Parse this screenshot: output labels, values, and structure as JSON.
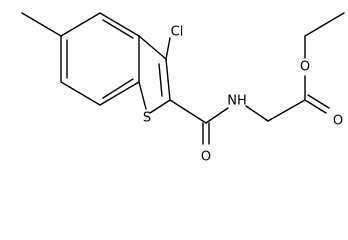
{
  "molecule": {
    "atoms": {
      "chlorine": "Cl",
      "sulfur": "S",
      "amide_nitrogen": "NH",
      "amide_oxygen": "O",
      "ester_oxygen_single": "O",
      "ester_oxygen_double": "O"
    }
  }
}
